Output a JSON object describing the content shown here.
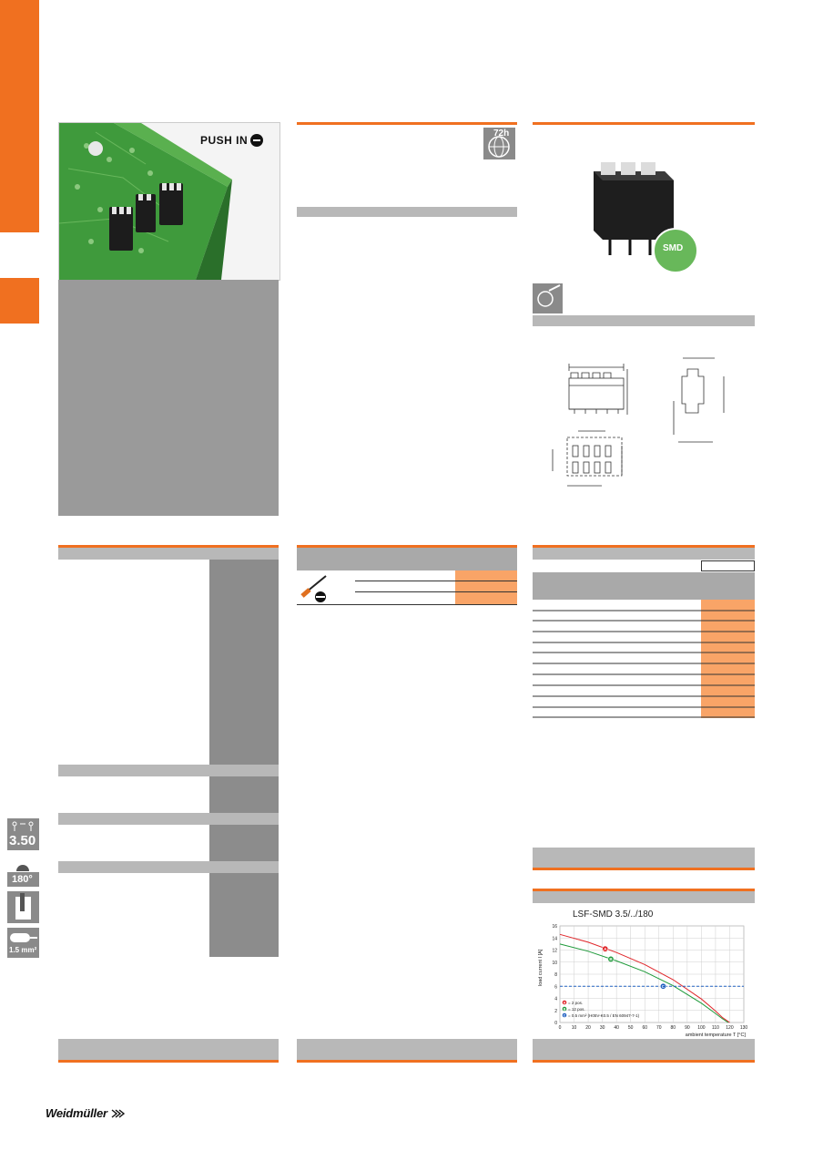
{
  "badges": {
    "push_in": "PUSH IN",
    "hours": "72h",
    "smd": "SMD"
  },
  "side_icons": {
    "pitch": "3.50",
    "angle": "180°",
    "wire": "1.5 mm²"
  },
  "footer": {
    "brand": "Weidmüller"
  },
  "colors": {
    "accent": "#f07020",
    "band_gray": "#b8b8b8",
    "block_gray": "#8c8c8c",
    "orange_cell": "#f9a467",
    "series_red": "#e0262a",
    "series_green": "#1e9a3a",
    "series_blue": "#2060c0"
  },
  "icons": [
    "push-in-logo-icon",
    "72h-globe-icon",
    "smd-icon",
    "tool-icon",
    "screwdriver-icon",
    "pitch-icon",
    "angle-icon",
    "wire-icon",
    "brand-logo-icon"
  ],
  "chart_data": {
    "type": "line",
    "title": "LSF-SMD 3.5/../180",
    "xlabel": "ambient temperature T [°C]",
    "ylabel": "load current I [A]",
    "xlim": [
      0,
      130
    ],
    "ylim": [
      0,
      16
    ],
    "xticks": [
      0,
      10,
      20,
      30,
      40,
      50,
      60,
      70,
      80,
      90,
      100,
      110,
      120,
      130
    ],
    "yticks": [
      0,
      2,
      4,
      6,
      8,
      10,
      12,
      14,
      16
    ],
    "grid": true,
    "legend_position": "bottom-left",
    "series": [
      {
        "marker": "A",
        "name": "= 2 pos.",
        "color": "#e0262a",
        "x": [
          0,
          20,
          40,
          60,
          80,
          100,
          110,
          115,
          120
        ],
        "y": [
          14.6,
          13.3,
          11.6,
          9.6,
          7.1,
          3.9,
          1.9,
          0.8,
          0
        ]
      },
      {
        "marker": "B",
        "name": "= 12 pos.",
        "color": "#1e9a3a",
        "x": [
          0,
          20,
          40,
          60,
          80,
          100,
          110,
          115,
          119
        ],
        "y": [
          13.0,
          11.8,
          10.2,
          8.4,
          6.1,
          3.2,
          1.5,
          0.6,
          0
        ]
      },
      {
        "marker": "C",
        "name": "= 0.5 mm² (H05V-K0.5 / EN 60947-7-1)",
        "color": "#2060c0",
        "x": [
          0,
          130
        ],
        "y": [
          6,
          6
        ],
        "dashed": true
      }
    ],
    "markers": [
      {
        "label": "A",
        "x": 32,
        "y": 12.2
      },
      {
        "label": "B",
        "x": 36,
        "y": 10.5
      },
      {
        "label": "C",
        "x": 73,
        "y": 6.0
      }
    ]
  }
}
